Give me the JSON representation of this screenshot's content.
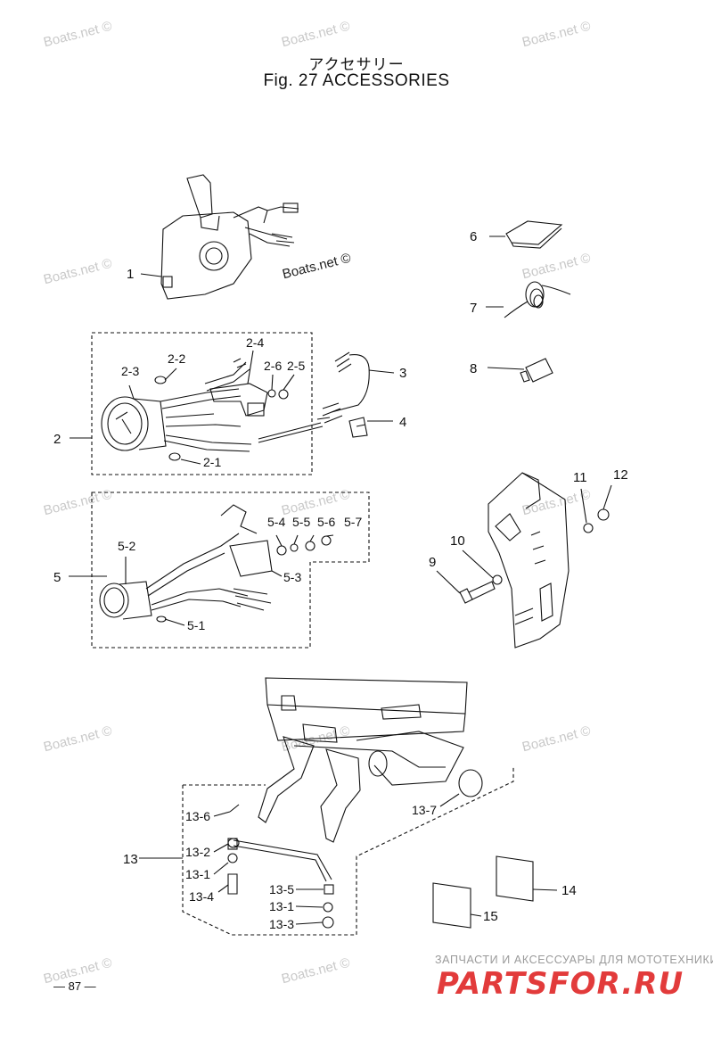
{
  "title_jp": "アクセサリー",
  "title_en": "Fig. 27      ACCESSORIES",
  "watermark": "Boats.net ©",
  "page_number": "— 87 —",
  "banner": {
    "tagline": "ЗАПЧАСТИ И АКСЕССУАРЫ ДЛЯ МОТОТЕХНИКИ",
    "logo": "PARTSFOR.RU",
    "logo_color": "#e23b3b"
  },
  "labels": {
    "p1": "1",
    "p2": "2",
    "p2_1": "2-1",
    "p2_2": "2-2",
    "p2_3": "2-3",
    "p2_4": "2-4",
    "p2_5": "2-5",
    "p2_6": "2-6",
    "p3": "3",
    "p4": "4",
    "p5": "5",
    "p5_1": "5-1",
    "p5_2": "5-2",
    "p5_3": "5-3",
    "p5_4": "5-4",
    "p5_5": "5-5",
    "p5_6": "5-6",
    "p5_7": "5-7",
    "p6": "6",
    "p7": "7",
    "p8": "8",
    "p9": "9",
    "p10": "10",
    "p11": "11",
    "p12": "12",
    "p13": "13",
    "p13_1a": "13-1",
    "p13_1b": "13-1",
    "p13_2": "13-2",
    "p13_3": "13-3",
    "p13_4": "13-4",
    "p13_5": "13-5",
    "p13_6": "13-6",
    "p13_7": "13-7",
    "p14": "14",
    "p15": "15"
  }
}
